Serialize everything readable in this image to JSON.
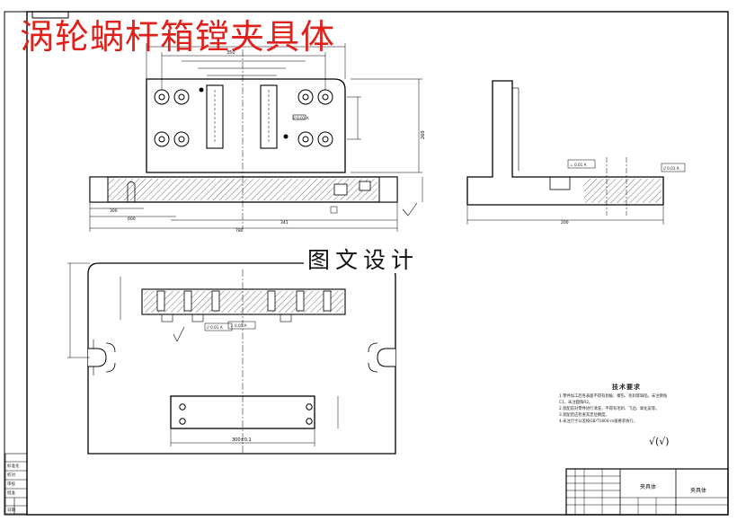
{
  "banner": {
    "title": "涡轮蜗杆箱镗夹具体"
  },
  "watermark": {
    "text": "图文设计"
  },
  "technical_notes": {
    "heading": "技术要求",
    "lines": [
      "1.零件加工后各表面不得有划痕、擦伤、毛刺等缺陷，未注倒角",
      "C1，未注圆角R2。",
      "2.装配前对零件进行清洗，不得有毛刺、飞边、氧化皮等。",
      "3.装配后应检查其定位精度。",
      "4.未注尺寸公差按GB/T1804-m级要求执行。"
    ]
  },
  "title_block": {
    "name": "夹具体",
    "part": "夹具体"
  },
  "roughness_symbol": "√(√)",
  "left_margin_labels": [
    "标准化",
    "校对",
    "审核",
    "批准",
    "日期"
  ],
  "dimensions": {
    "top_plan": [
      "350",
      "260"
    ],
    "front_view": [
      "300",
      "600",
      "341",
      "780"
    ],
    "right_view": [
      "200"
    ],
    "bottom_plan": [
      "300±0.1"
    ]
  },
  "tolerance_frames": [
    "⊥ 0.01 A",
    "// 0.01 A",
    "⊥ 0.01 A",
    "// 0.01 A",
    "// 0.01 A"
  ],
  "icons": {
    "roughness": "roughness-symbol-icon"
  }
}
